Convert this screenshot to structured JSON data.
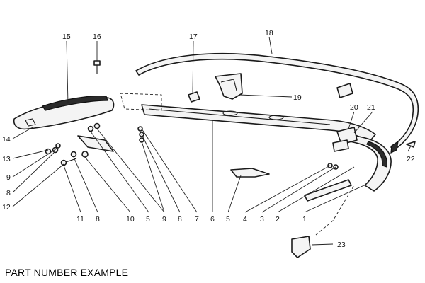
{
  "callouts": [
    {
      "id": "n15",
      "text": "15"
    },
    {
      "id": "n16",
      "text": "16"
    },
    {
      "id": "n17",
      "text": "17"
    },
    {
      "id": "n18",
      "text": "18"
    },
    {
      "id": "n19",
      "text": "19"
    },
    {
      "id": "n20",
      "text": "20"
    },
    {
      "id": "n21",
      "text": "21"
    },
    {
      "id": "n22",
      "text": "22"
    },
    {
      "id": "n23",
      "text": "23"
    },
    {
      "id": "n14",
      "text": "14"
    },
    {
      "id": "n13",
      "text": "13"
    },
    {
      "id": "n9a",
      "text": "9"
    },
    {
      "id": "n8a",
      "text": "8"
    },
    {
      "id": "n12",
      "text": "12"
    },
    {
      "id": "b11",
      "text": "11"
    },
    {
      "id": "b8",
      "text": "8"
    },
    {
      "id": "b10",
      "text": "10"
    },
    {
      "id": "b5a",
      "text": "5"
    },
    {
      "id": "b9",
      "text": "9"
    },
    {
      "id": "b8b",
      "text": "8"
    },
    {
      "id": "b7",
      "text": "7"
    },
    {
      "id": "b6",
      "text": "6"
    },
    {
      "id": "b5b",
      "text": "5"
    },
    {
      "id": "b4",
      "text": "4"
    },
    {
      "id": "b3",
      "text": "3"
    },
    {
      "id": "b2",
      "text": "2"
    },
    {
      "id": "b1",
      "text": "1"
    }
  ],
  "caption": "PART NUMBER EXAMPLE"
}
